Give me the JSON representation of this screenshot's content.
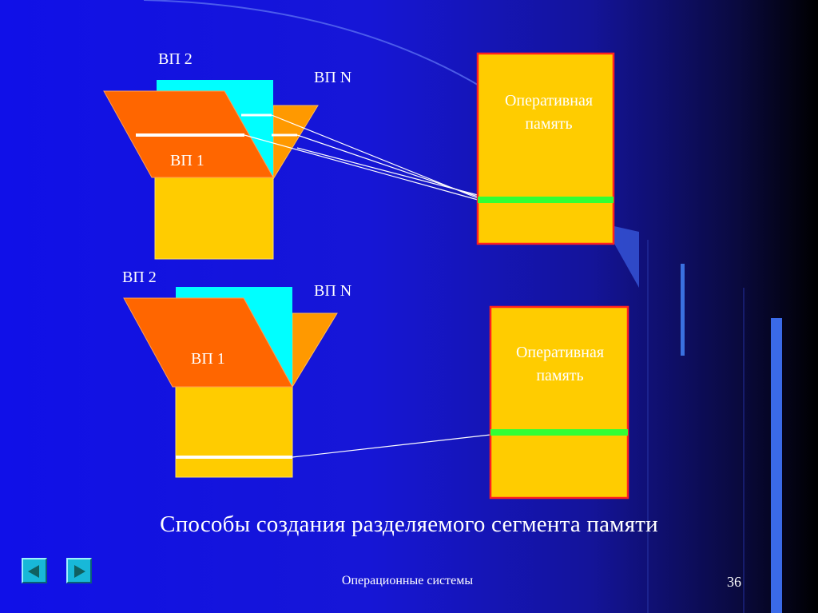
{
  "diagram_top": {
    "label_vp2": "ВП 2",
    "label_vpn": "ВП N",
    "label_vp1": "ВП 1",
    "ram_line1": "Оперативная",
    "ram_line2": "память"
  },
  "diagram_bottom": {
    "label_vp2": "ВП 2",
    "label_vpn": "ВП N",
    "label_vp1": "ВП 1",
    "ram_line1": "Оперативная",
    "ram_line2": "память"
  },
  "caption": "Способы создания разделяемого сегмента памяти",
  "footer": {
    "course": "Операционные системы",
    "page": "36"
  },
  "nav": {
    "prev": "arrow-left-icon",
    "next": "arrow-right-icon"
  },
  "colors": {
    "page_yellow": "#ffcc00",
    "page_orange": "#ff6600",
    "page_cyan": "#00ffff",
    "page_light_orange": "#ff9900",
    "segment_green": "#33ff33",
    "ram_border": "#ff2020"
  }
}
